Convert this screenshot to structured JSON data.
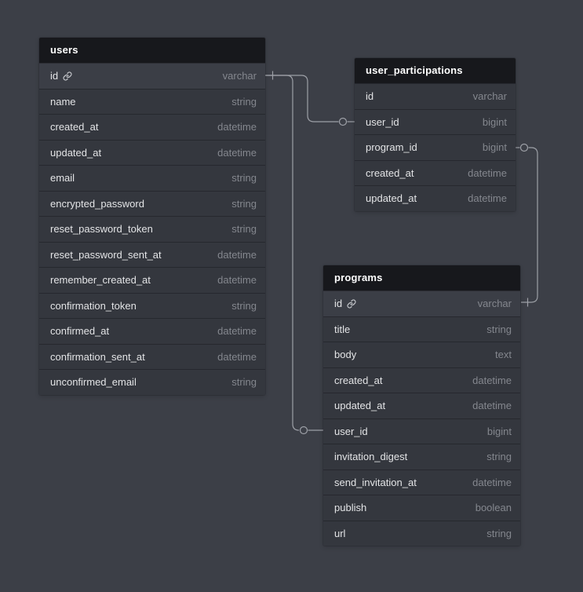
{
  "diagram": {
    "tables": [
      {
        "name": "users",
        "fields": [
          {
            "name": "id",
            "type": "varchar",
            "key": true
          },
          {
            "name": "name",
            "type": "string"
          },
          {
            "name": "created_at",
            "type": "datetime"
          },
          {
            "name": "updated_at",
            "type": "datetime"
          },
          {
            "name": "email",
            "type": "string"
          },
          {
            "name": "encrypted_password",
            "type": "string"
          },
          {
            "name": "reset_password_token",
            "type": "string"
          },
          {
            "name": "reset_password_sent_at",
            "type": "datetime"
          },
          {
            "name": "remember_created_at",
            "type": "datetime"
          },
          {
            "name": "confirmation_token",
            "type": "string"
          },
          {
            "name": "confirmed_at",
            "type": "datetime"
          },
          {
            "name": "confirmation_sent_at",
            "type": "datetime"
          },
          {
            "name": "unconfirmed_email",
            "type": "string"
          }
        ]
      },
      {
        "name": "user_participations",
        "fields": [
          {
            "name": "id",
            "type": "varchar"
          },
          {
            "name": "user_id",
            "type": "bigint"
          },
          {
            "name": "program_id",
            "type": "bigint"
          },
          {
            "name": "created_at",
            "type": "datetime"
          },
          {
            "name": "updated_at",
            "type": "datetime"
          }
        ]
      },
      {
        "name": "programs",
        "fields": [
          {
            "name": "id",
            "type": "varchar",
            "key": true
          },
          {
            "name": "title",
            "type": "string"
          },
          {
            "name": "body",
            "type": "text"
          },
          {
            "name": "created_at",
            "type": "datetime"
          },
          {
            "name": "updated_at",
            "type": "datetime"
          },
          {
            "name": "user_id",
            "type": "bigint"
          },
          {
            "name": "invitation_digest",
            "type": "string"
          },
          {
            "name": "send_invitation_at",
            "type": "datetime"
          },
          {
            "name": "publish",
            "type": "boolean"
          },
          {
            "name": "url",
            "type": "string"
          }
        ]
      }
    ],
    "relationships": [
      {
        "from": "users.id",
        "to": "user_participations.user_id"
      },
      {
        "from": "users.id",
        "to": "programs.user_id"
      },
      {
        "from": "programs.id",
        "to": "user_participations.program_id"
      }
    ],
    "icons": {
      "primary_key": "link-icon"
    },
    "colors": {
      "canvas_background": "#3c3f47",
      "table_header_background": "#17181c",
      "table_row_background": "#34373e",
      "key_row_background": "#3b3e46",
      "field_name_text": "#e3e4e6",
      "field_type_text": "#84878e",
      "header_text": "#ffffff",
      "relationship_line": "#9da0a7"
    }
  }
}
